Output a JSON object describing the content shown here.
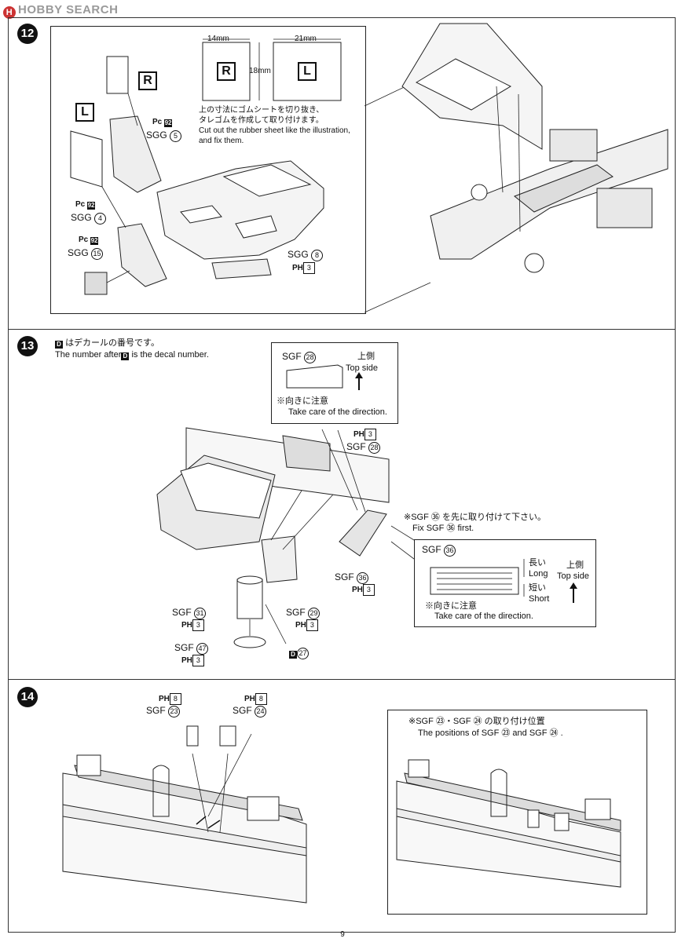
{
  "watermark": {
    "text": "HOBBY SEARCH"
  },
  "page_number": "9",
  "step12": {
    "number": "12",
    "dim_w1": "14mm",
    "dim_w2": "21mm",
    "dim_h": "18mm",
    "sheet_r": "R",
    "sheet_l": "L",
    "note_jp_1": "上の寸法にゴムシートを切り抜き、",
    "note_jp_2": "タレゴムを作成して取り付けます。",
    "note_en_1": "Cut out the rubber sheet like the illustration,",
    "note_en_2": "and fix them.",
    "label_r": "R",
    "label_l": "L",
    "pc": "Pc",
    "pc_num": "92",
    "sgg5": "SGG",
    "sgg5_n": "5",
    "sgg4": "SGG",
    "sgg4_n": "4",
    "sgg15": "SGG",
    "sgg15_n": "15",
    "sgg8": "SGG",
    "sgg8_n": "8",
    "ph": "PH",
    "ph3": "3"
  },
  "step13": {
    "number": "13",
    "decal_jp": "はデカールの番号です。",
    "decal_en_a": "The number after",
    "decal_en_b": "is the decal number.",
    "d": "D",
    "box1_part": "SGF",
    "box1_n": "28",
    "upper_jp": "上側",
    "top_side": "Top side",
    "care_jp": "※向きに注意",
    "care_en": "Take care of the direction.",
    "ph": "PH",
    "ph3": "3",
    "sgf28": "SGF",
    "sgf28_n": "28",
    "fix_jp": "※SGF ㊱ を先に取り付けて下さい。",
    "fix_en": "Fix SGF ㊱ first.",
    "box2_part": "SGF",
    "box2_n": "36",
    "long_jp": "長い",
    "long_en": "Long",
    "short_jp": "短い",
    "short_en": "Short",
    "sgf36": "SGF",
    "sgf36_n": "36",
    "sgf31": "SGF",
    "sgf31_n": "31",
    "sgf29": "SGF",
    "sgf29_n": "29",
    "sgf47": "SGF",
    "sgf47_n": "47",
    "decal27": "27"
  },
  "step14": {
    "number": "14",
    "ph": "PH",
    "ph8": "8",
    "sgf23": "SGF",
    "sgf23_n": "23",
    "sgf24": "SGF",
    "sgf24_n": "24",
    "pos_jp": "※SGF ㉓・SGF ㉔ の取り付け位置",
    "pos_en": "The positions of SGF ㉓ and SGF ㉔ ."
  }
}
